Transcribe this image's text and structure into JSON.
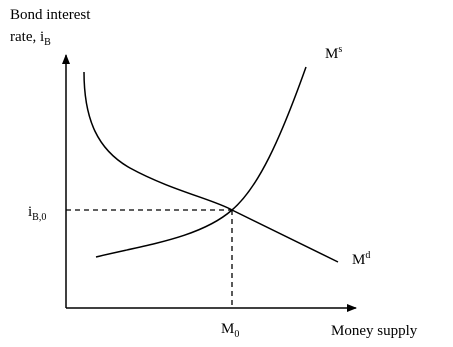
{
  "chart_data": {
    "type": "line",
    "ylabel_line1": "Bond interest",
    "ylabel_line2_base": "rate, i",
    "ylabel_line2_sub": "B",
    "xlabel": "Money supply",
    "x_tick_base": "M",
    "x_tick_sub": "0",
    "y_tick_base": "i",
    "y_tick_sub": "B,0",
    "series": [
      {
        "name_base": "M",
        "name_sup": "s",
        "curve": "supply",
        "shape": "upward-sloping, convex"
      },
      {
        "name_base": "M",
        "name_sup": "d",
        "curve": "demand",
        "shape": "downward-sloping, convex"
      }
    ],
    "equilibrium": {
      "x_label": "M0",
      "y_label": "iB,0",
      "guides": "dashed"
    },
    "colors": {
      "axis": "#000000",
      "curve": "#000000"
    },
    "grid": false
  }
}
